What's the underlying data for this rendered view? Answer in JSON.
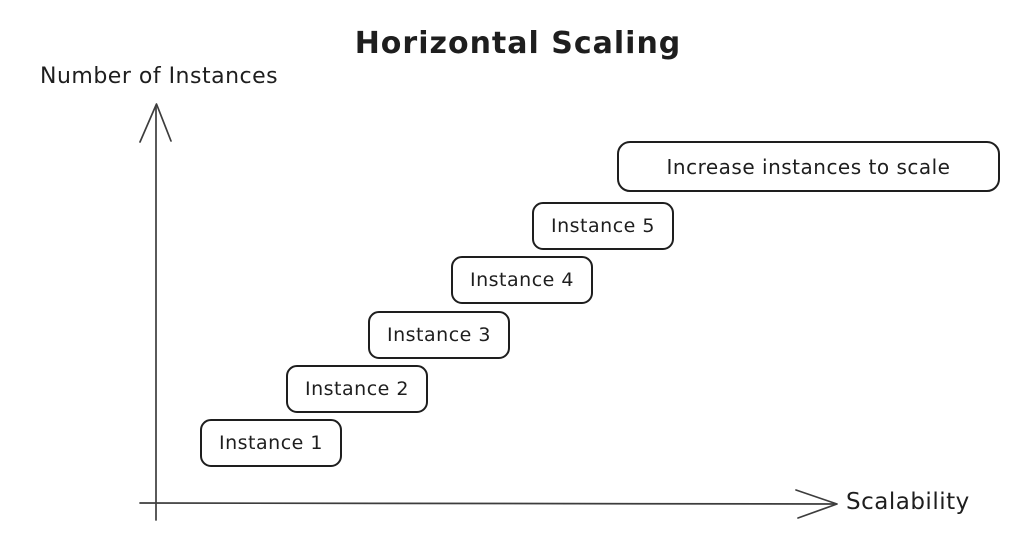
{
  "title": "Horizontal Scaling",
  "y_axis": {
    "label": "Number of Instances"
  },
  "x_axis": {
    "label": "Scalability"
  },
  "steps": [
    {
      "label": "Instance 1"
    },
    {
      "label": "Instance 2"
    },
    {
      "label": "Instance 3"
    },
    {
      "label": "Instance 4"
    },
    {
      "label": "Instance 5"
    }
  ],
  "annotation": {
    "label": "Increase instances to scale"
  },
  "colors": {
    "ink": "#1e1e1e",
    "axis_stroke": "#3d3d3d",
    "background": "#ffffff",
    "box_fill": "#ffffff"
  }
}
